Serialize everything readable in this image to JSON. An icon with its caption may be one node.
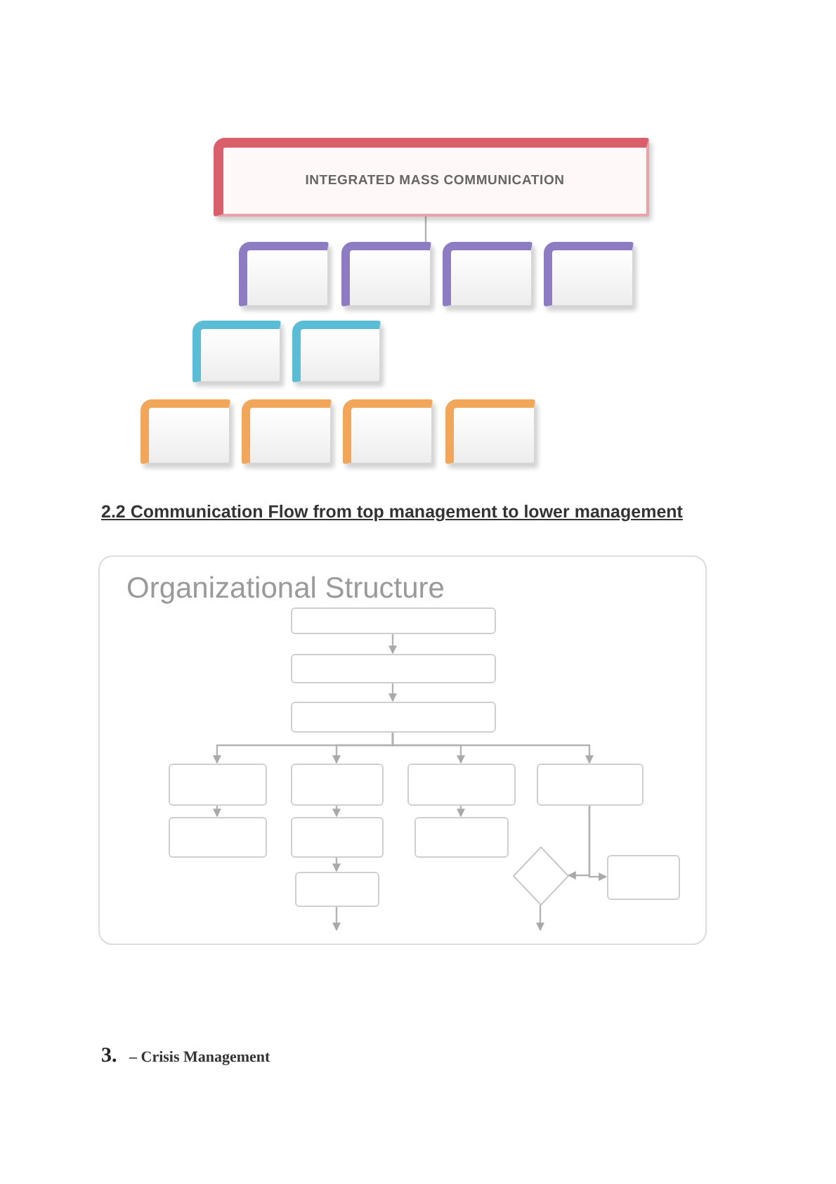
{
  "diagram": {
    "nodes": [
      {
        "text": [
          "INTEGRATED MASS COMMUNICATION"
        ]
      },
      {
        "text": [],
        "shape": "box"
      },
      {
        "text": [],
        "shape": "box"
      },
      {
        "text": [],
        "shape": "box"
      },
      {
        "text": [],
        "shape": "box"
      },
      {
        "text": [],
        "shape": "box"
      },
      {
        "text": [],
        "shape": "box"
      },
      {
        "text": [],
        "shape": "box"
      },
      {
        "text": [],
        "shape": "box"
      },
      {
        "text": [],
        "shape": "box"
      },
      {
        "text": [],
        "shape": "box"
      },
      {
        "text": [
          "Organizational Structure"
        ]
      },
      {
        "text": [],
        "shape": "box",
        "in": 11
      },
      {
        "text": [],
        "shape": "box",
        "in": 11
      },
      {
        "text": [],
        "shape": "box",
        "in": 11
      },
      {
        "text": [],
        "shape": "box",
        "in": 11
      },
      {
        "text": [],
        "shape": "box",
        "in": 11
      },
      {
        "text": [],
        "shape": "box",
        "in": 11
      },
      {
        "text": [],
        "shape": "box",
        "in": 11
      },
      {
        "text": [],
        "shape": "box",
        "in": 11
      },
      {
        "text": [],
        "shape": "box",
        "in": 11
      },
      {
        "text": [],
        "shape": "box",
        "in": 11
      },
      {
        "text": [],
        "shape": "box",
        "in": 11
      },
      {
        "text": [],
        "shape": "diamond",
        "in": 11
      },
      {
        "text": [],
        "shape": "box",
        "in": 11
      }
    ],
    "edges": [
      {
        "from": 0,
        "to": 2,
        "arrow": "none"
      },
      {
        "from": 12,
        "to": 13,
        "arrow": "to"
      },
      {
        "from": 13,
        "to": 14,
        "arrow": "to"
      },
      {
        "from": 14,
        "to": 15,
        "arrow": "to"
      },
      {
        "from": 14,
        "to": 16,
        "arrow": "to"
      },
      {
        "from": 14,
        "to": 17,
        "arrow": "to"
      },
      {
        "from": 14,
        "to": 18,
        "arrow": "to"
      },
      {
        "from": 15,
        "to": 19,
        "arrow": "to"
      },
      {
        "from": 16,
        "to": 20,
        "arrow": "to"
      },
      {
        "from": 17,
        "to": 21,
        "arrow": "to"
      },
      {
        "from": 20,
        "to": 22,
        "arrow": "to"
      },
      {
        "from": 22,
        "to": null,
        "arrow": "to"
      },
      {
        "from": 18,
        "to": 23,
        "arrow": "to"
      },
      {
        "from": 18,
        "to": 24,
        "arrow": "to"
      },
      {
        "from": 23,
        "to": null,
        "arrow": "to"
      }
    ],
    "labels": [
      "2.2 Communication Flow from top management to lower management",
      "3.",
      "– Crisis Management"
    ]
  }
}
